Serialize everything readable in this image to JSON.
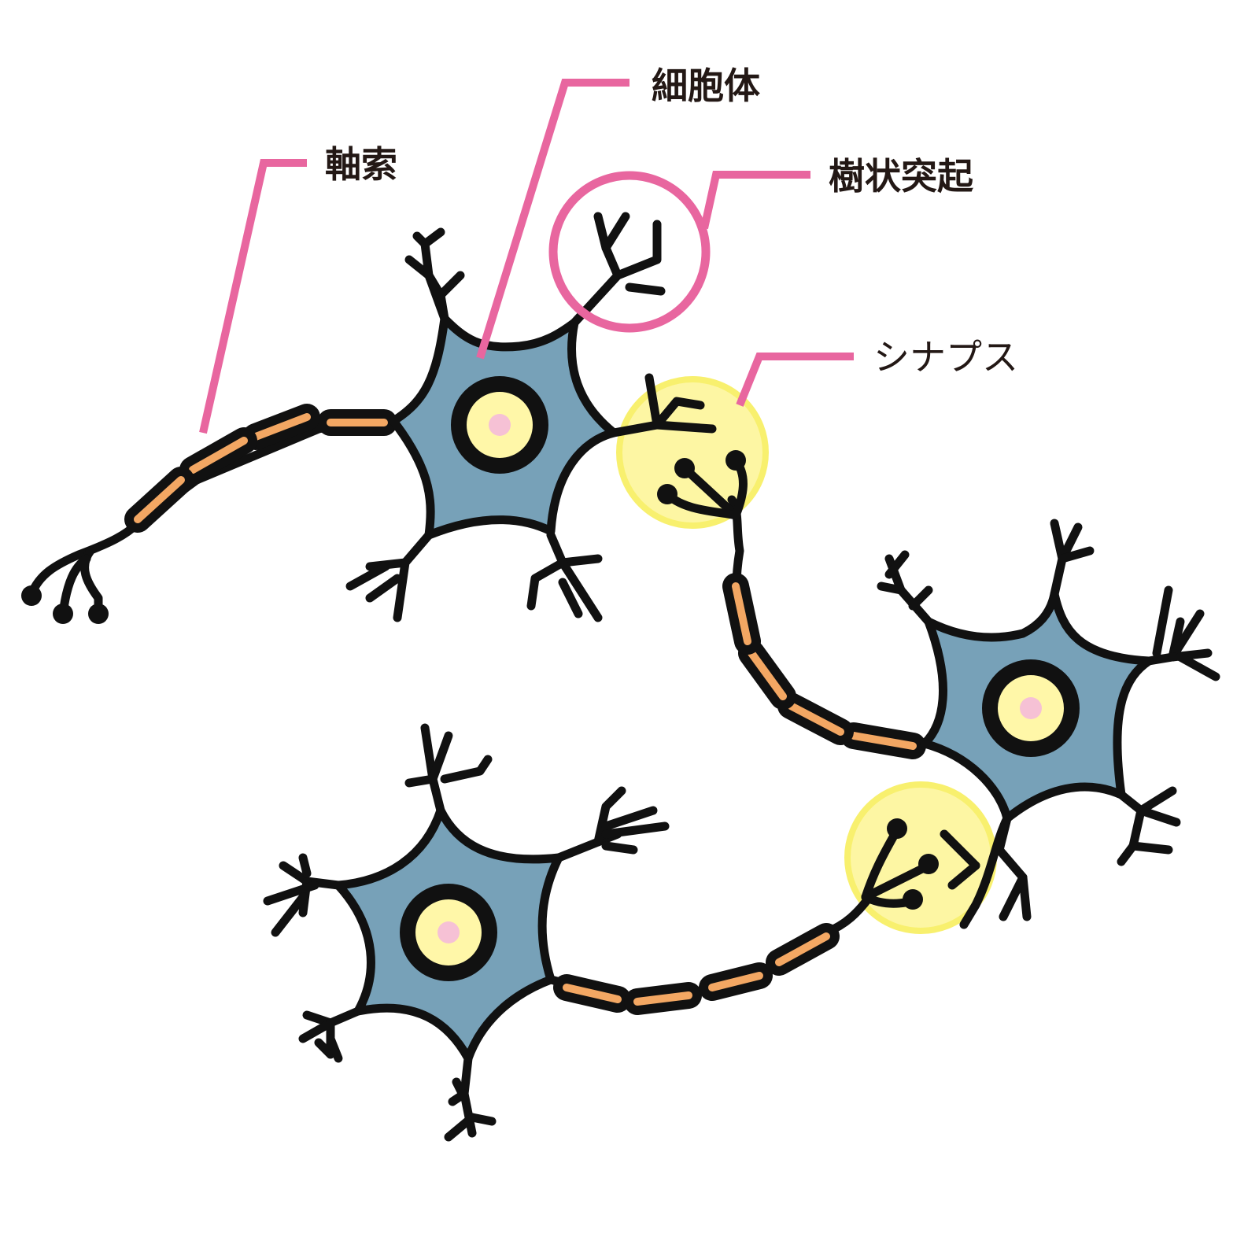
{
  "labels": {
    "axon": "軸索",
    "cell_body": "細胞体",
    "dendrite": "樹状突起",
    "synapse": "シナプス"
  },
  "colors": {
    "leader_line": "#e8669f",
    "soma_fill": "#77a1b8",
    "nucleus_ring": "#fff7a8",
    "nucleolus": "#f6c1d5",
    "myelin": "#f3a763",
    "synapse_glow": "#fdf6a3",
    "synapse_glow_edge": "#f8f06e",
    "ink": "#111111"
  }
}
